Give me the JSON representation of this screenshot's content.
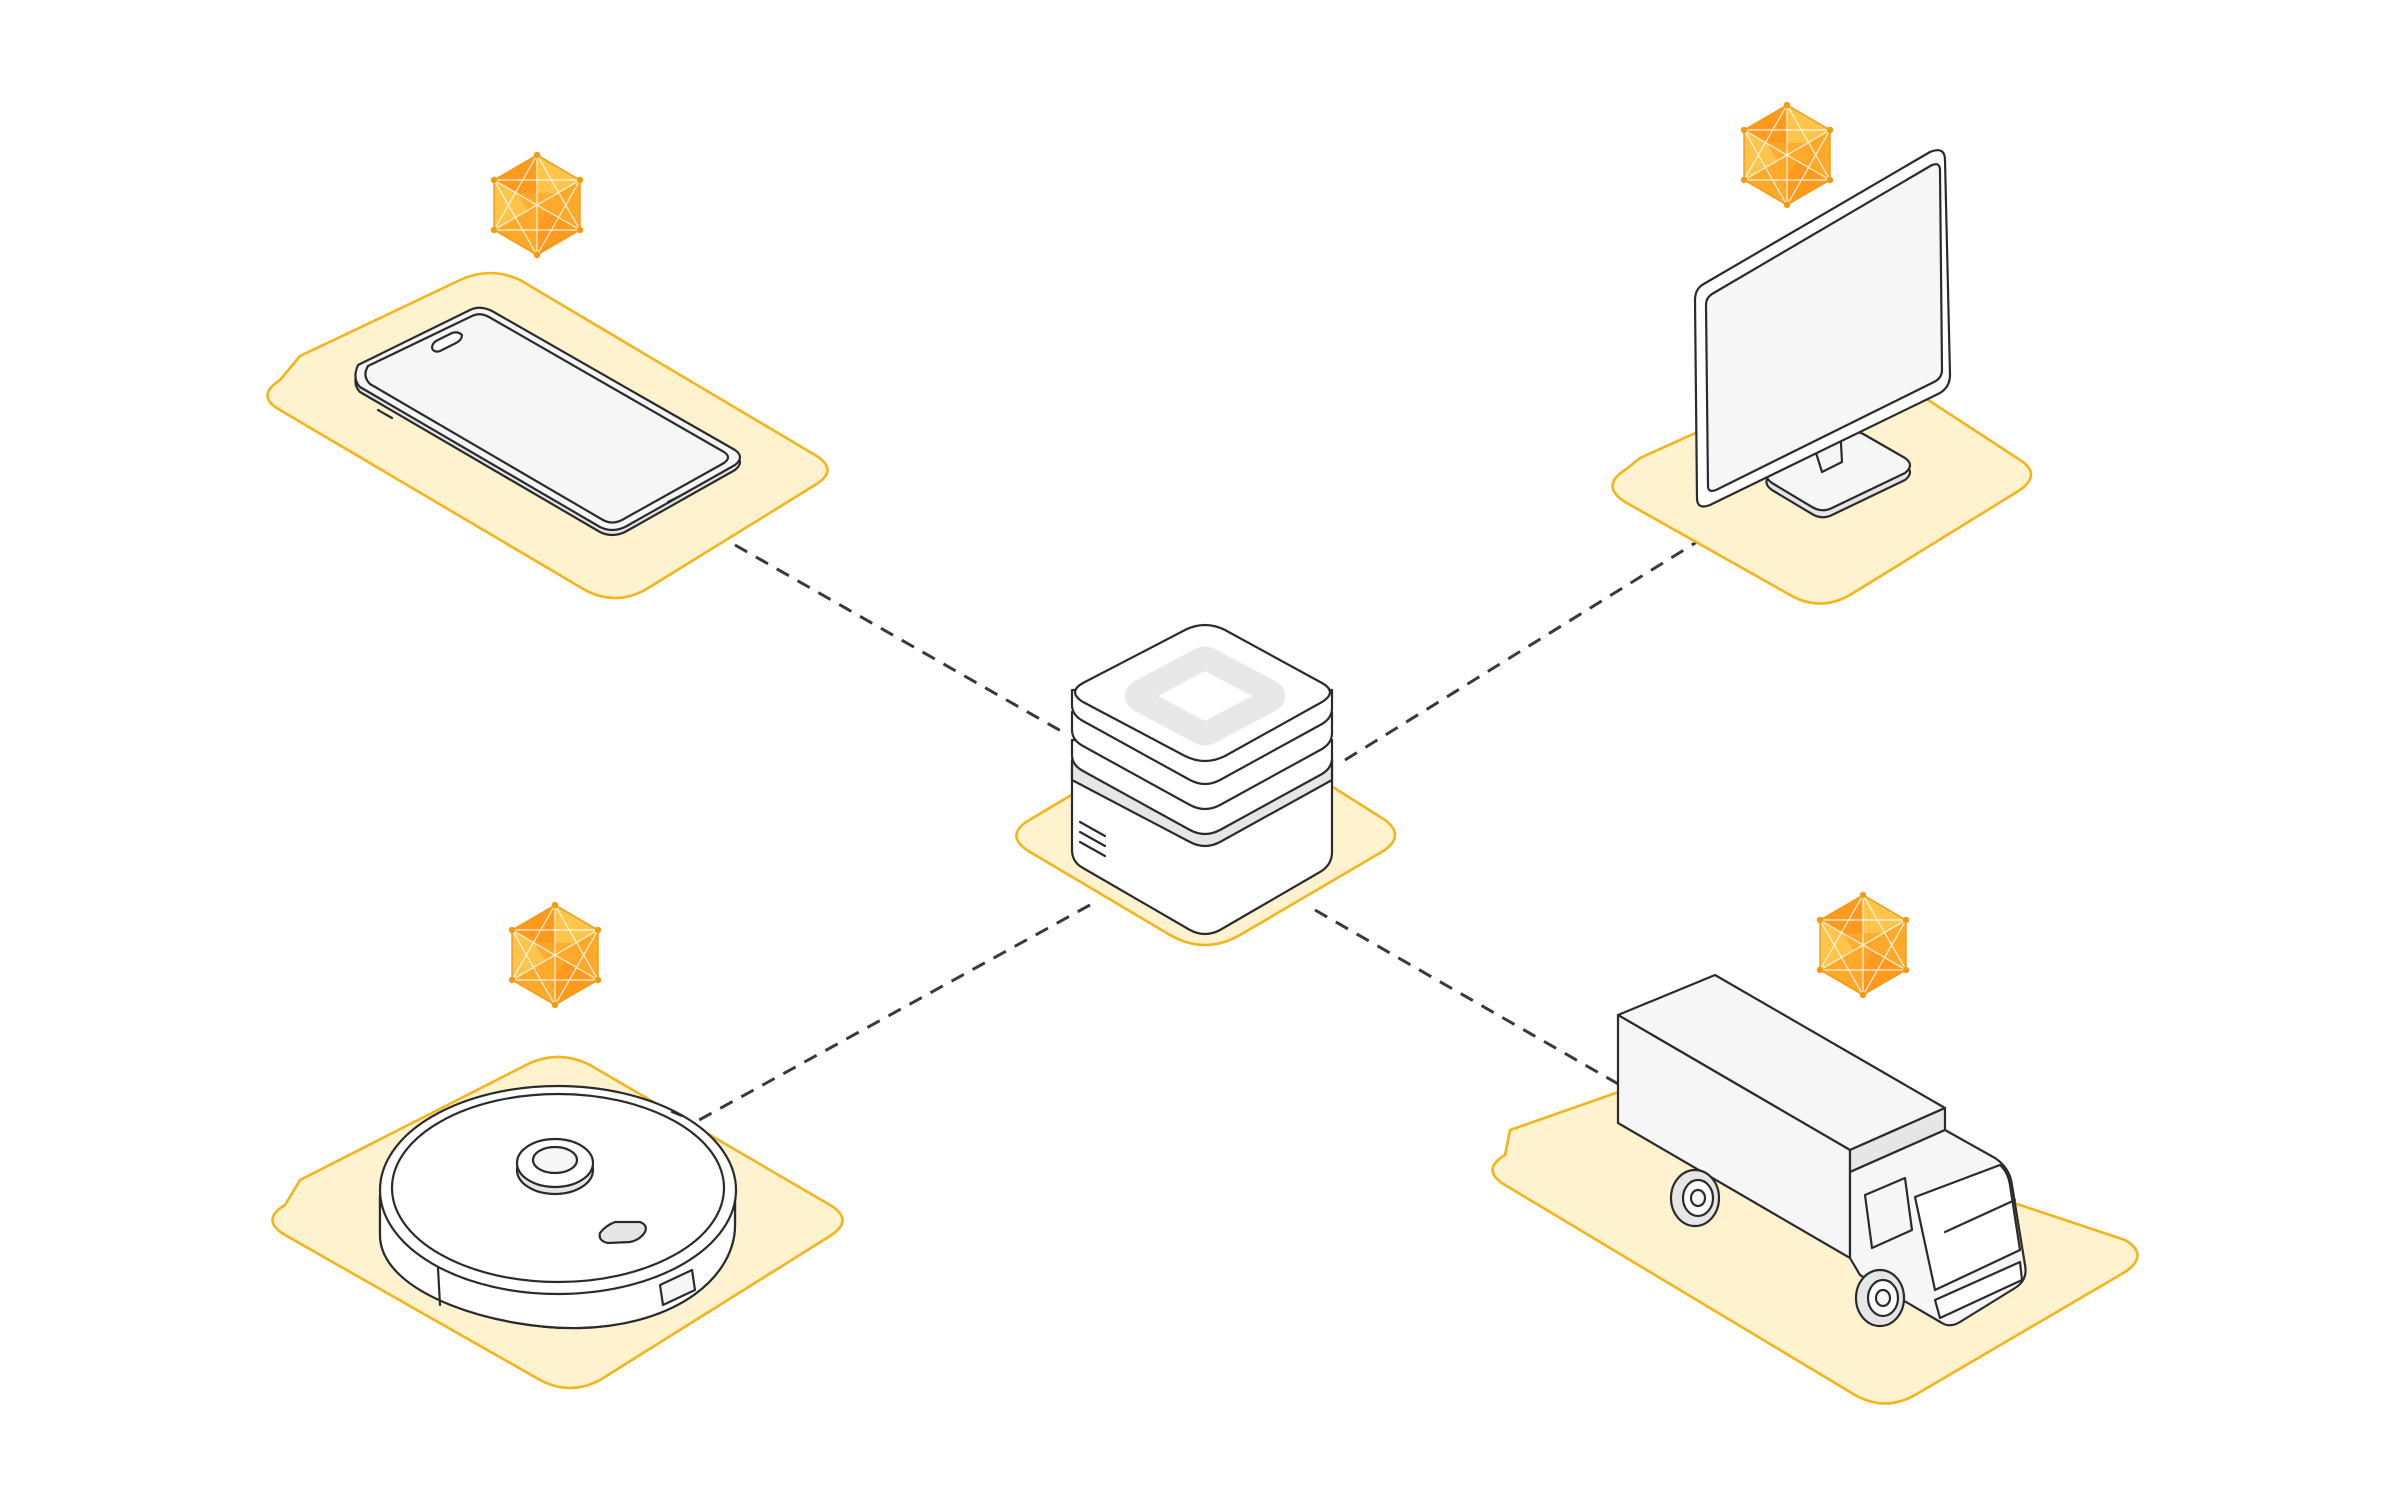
{
  "diagram": {
    "hub": {
      "name": "central-server",
      "icon": "server-stack-icon"
    },
    "nodes": [
      {
        "name": "smartphone",
        "icon": "smartphone-icon",
        "badge": "hexagon-node-icon"
      },
      {
        "name": "desktop-monitor",
        "icon": "monitor-icon",
        "badge": "hexagon-node-icon"
      },
      {
        "name": "robot-vacuum",
        "icon": "robot-vacuum-icon",
        "badge": "hexagon-node-icon"
      },
      {
        "name": "delivery-truck",
        "icon": "truck-icon",
        "badge": "hexagon-node-icon"
      }
    ],
    "connections": [
      {
        "from": "central-server",
        "to": "smartphone",
        "style": "dashed"
      },
      {
        "from": "central-server",
        "to": "desktop-monitor",
        "style": "dashed"
      },
      {
        "from": "central-server",
        "to": "robot-vacuum",
        "style": "dashed"
      },
      {
        "from": "central-server",
        "to": "delivery-truck",
        "style": "dashed"
      }
    ],
    "colors": {
      "platform_fill": "#fff2cf",
      "platform_stroke": "#f4b41a",
      "badge_orange": "#ffa92b",
      "connector": "#3a3a3a",
      "device_outline": "#2b2b2b"
    }
  }
}
